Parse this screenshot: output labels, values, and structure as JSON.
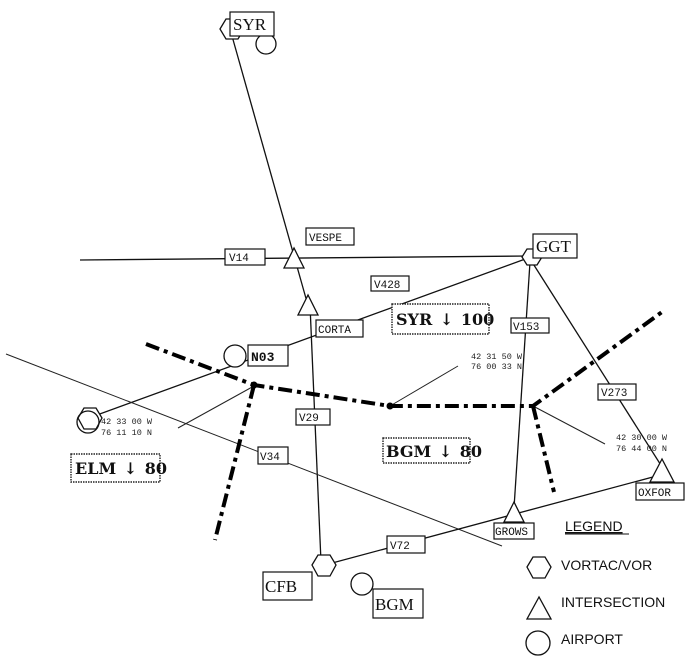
{
  "diagram": {
    "type": "airway-chart",
    "navaids": [
      {
        "id": "SYR",
        "label": "SYR",
        "kind": "vortac"
      },
      {
        "id": "GGT",
        "label": "GGT",
        "kind": "vortac"
      },
      {
        "id": "CFB",
        "label": "CFB",
        "kind": "vortac"
      },
      {
        "id": "ELM",
        "label": "",
        "kind": "vortac"
      }
    ],
    "intersections": [
      {
        "id": "VESPE",
        "label": "VESPE"
      },
      {
        "id": "CORTA",
        "label": "CORTA"
      },
      {
        "id": "GROWS",
        "label": "GROWS"
      },
      {
        "id": "OXFOR",
        "label": "OXFOR"
      }
    ],
    "airports": [
      {
        "id": "SYR-APT",
        "label": ""
      },
      {
        "id": "N03",
        "label": "N03"
      },
      {
        "id": "BGM",
        "label": "BGM"
      }
    ],
    "airways": [
      {
        "id": "V14",
        "label": "V14"
      },
      {
        "id": "V428",
        "label": "V428"
      },
      {
        "id": "V153",
        "label": "V153"
      },
      {
        "id": "V273",
        "label": "V273"
      },
      {
        "id": "V29",
        "label": "V29"
      },
      {
        "id": "V34",
        "label": "V34"
      },
      {
        "id": "V72",
        "label": "V72"
      }
    ],
    "mea_boxes": [
      {
        "id": "syr",
        "facility": "SYR",
        "arrow": "↓",
        "value": "100"
      },
      {
        "id": "elm",
        "facility": "ELM",
        "arrow": "↓",
        "value": "80"
      },
      {
        "id": "bgm",
        "facility": "BGM",
        "arrow": "↓",
        "value": "80"
      }
    ],
    "coordinates": [
      {
        "id": "elm",
        "line1": "42 33 00 W",
        "line2": "76 11 10 N"
      },
      {
        "id": "center",
        "line1": "42 31 50 W",
        "line2": "76 00 33 N"
      },
      {
        "id": "oxfor",
        "line1": "42 30 00 W",
        "line2": "76 44 00 N"
      }
    ]
  },
  "legend": {
    "title": "LEGEND",
    "items": [
      {
        "symbol": "hexagon",
        "label": "VORTAC/VOR"
      },
      {
        "symbol": "triangle",
        "label": "INTERSECTION"
      },
      {
        "symbol": "circle",
        "label": "AIRPORT"
      }
    ]
  }
}
